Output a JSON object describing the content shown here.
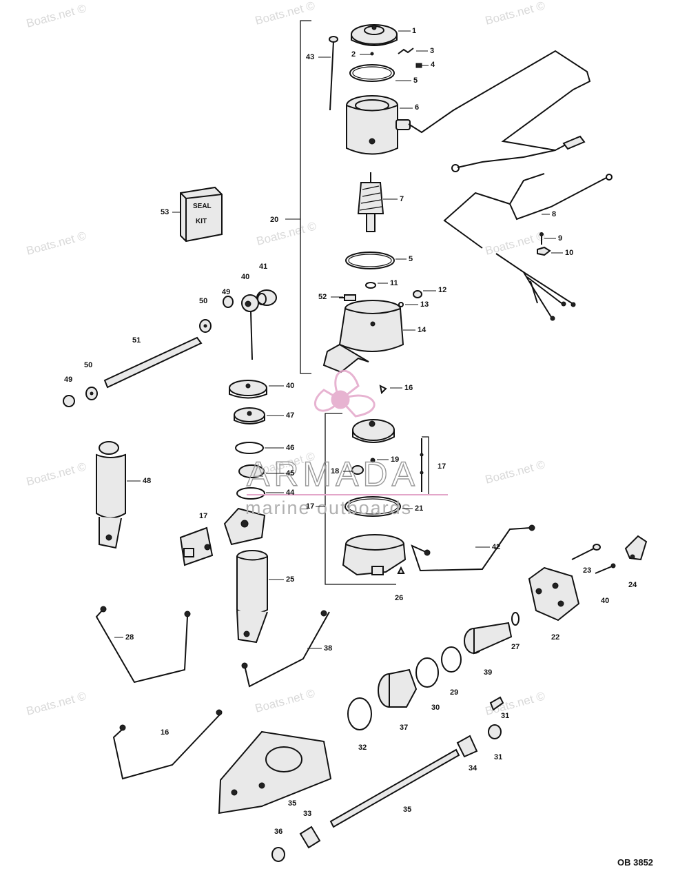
{
  "diagram": {
    "code": "OB 3852",
    "seal_kit_text": [
      "SEAL",
      "KIT"
    ],
    "watermark_text": "Boats.net ©",
    "logo": {
      "main": "ARMADA",
      "sub": "marine outboards",
      "accent": "#e3a6c9"
    },
    "labels": [
      "1",
      "2",
      "3",
      "4",
      "5",
      "6",
      "43",
      "7",
      "53",
      "20",
      "8",
      "9",
      "10",
      "5",
      "41",
      "11",
      "40",
      "49",
      "12",
      "52",
      "13",
      "50",
      "14",
      "51",
      "50",
      "49",
      "16",
      "40",
      "47",
      "17",
      "46",
      "19",
      "18",
      "45",
      "17",
      "44",
      "48",
      "21",
      "17",
      "42",
      "23",
      "24",
      "25",
      "40",
      "26",
      "22",
      "27",
      "28",
      "38",
      "39",
      "29",
      "30",
      "31",
      "16",
      "37",
      "32",
      "31",
      "34",
      "35",
      "33",
      "35",
      "36",
      "34"
    ]
  }
}
